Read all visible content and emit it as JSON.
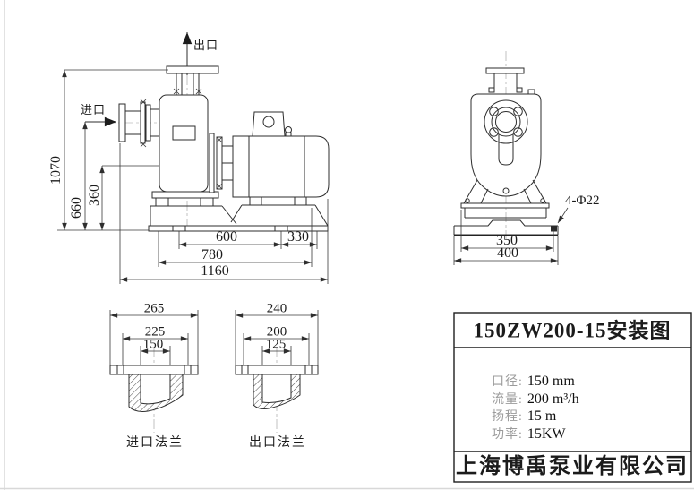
{
  "drawing": {
    "side_view": {
      "outlet_label": "出口",
      "inlet_label": "进口",
      "dim_total_height": "1070",
      "dim_inlet_height": "660",
      "dim_mid_height": "360",
      "dim_bolt_span": "600",
      "dim_motor_span": "330",
      "dim_base_length": "780",
      "dim_total_length": "1160"
    },
    "front_view": {
      "bolt_callout": "4-Φ22",
      "dim_bolt_span": "350",
      "dim_base_width": "400"
    },
    "inlet_flange": {
      "label": "进口法兰",
      "dim_outer": "265",
      "dim_bolt_circle": "225",
      "dim_bore": "150"
    },
    "outlet_flange": {
      "label": "出口法兰",
      "dim_outer": "240",
      "dim_bolt_circle": "200",
      "dim_bore": "125"
    }
  },
  "title_block": {
    "title": "150ZW200-15安装图",
    "specs": [
      {
        "label": "口径:",
        "value": "150 mm"
      },
      {
        "label": "流量:",
        "value": "200 m³/h"
      },
      {
        "label": "扬程:",
        "value": "15 m"
      },
      {
        "label": "功率:",
        "value": "15KW"
      }
    ],
    "company": "上海博禹泵业有限公司"
  }
}
